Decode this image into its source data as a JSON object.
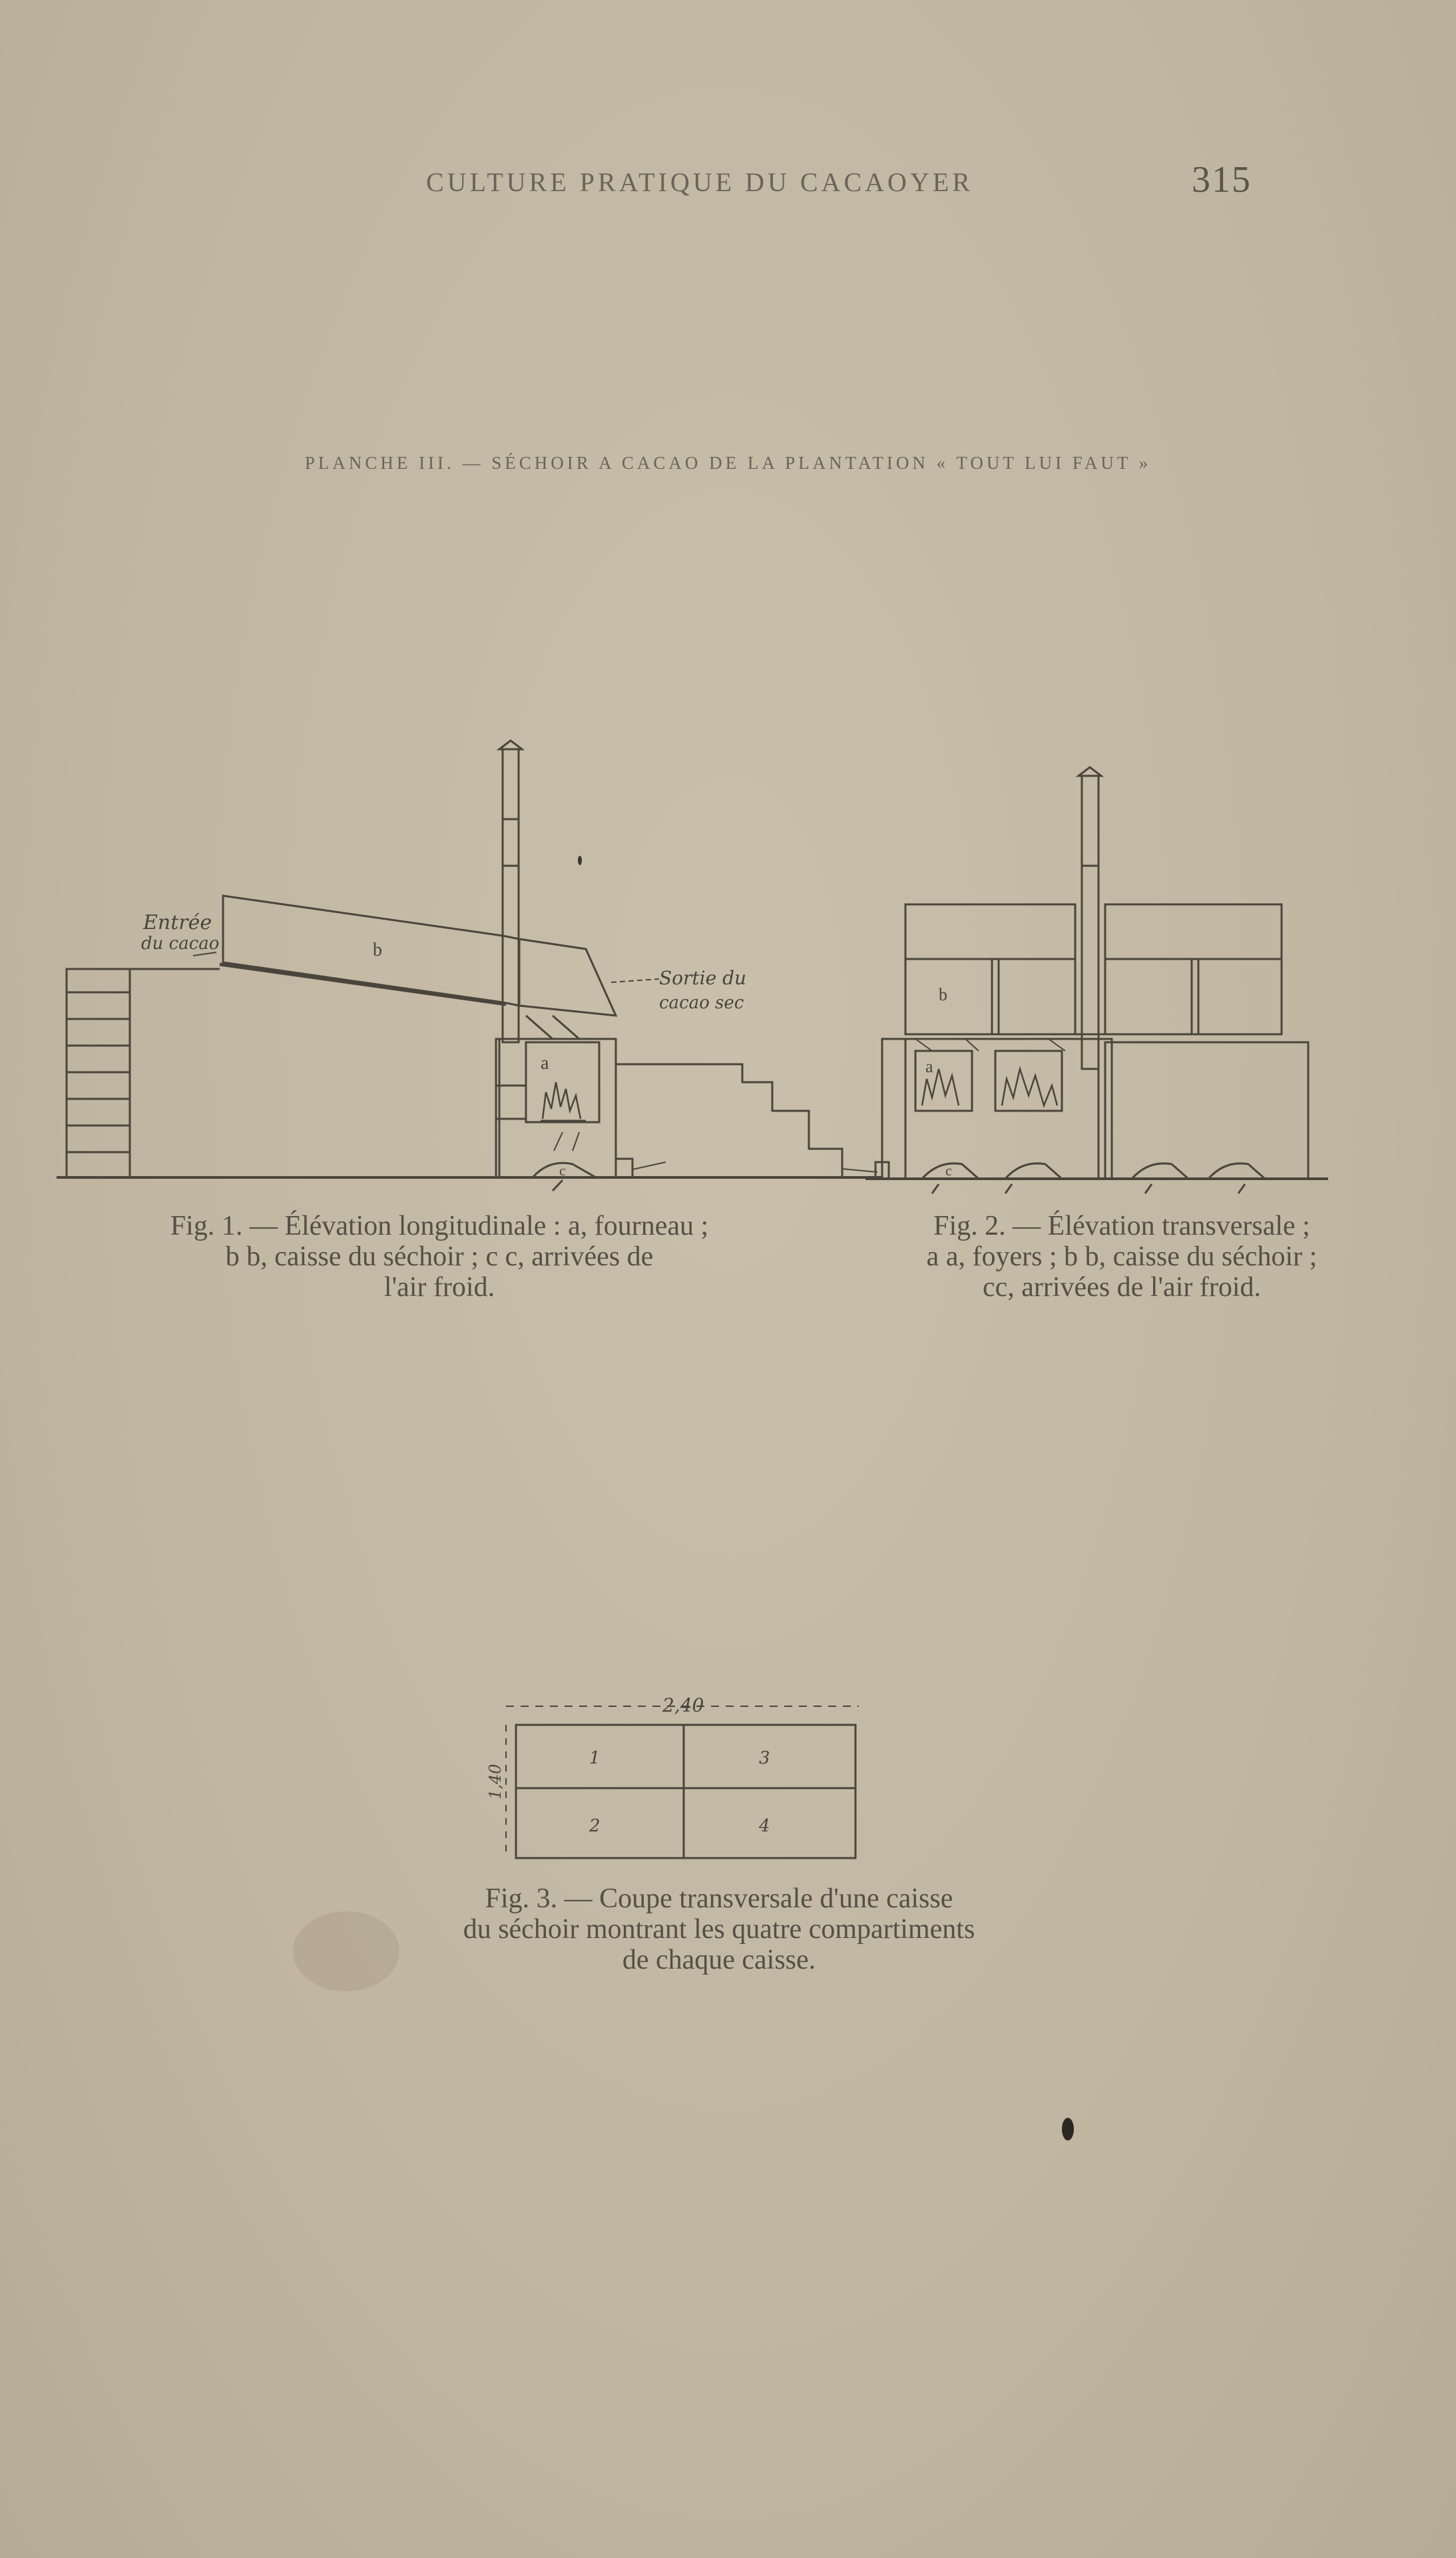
{
  "header": {
    "running_head": "CULTURE PRATIQUE DU CACAOYER",
    "page_number": "315"
  },
  "plate_title": "PLANCHE III. — SÉCHOIR A CACAO DE LA PLANTATION « TOUT LUI FAUT »",
  "fig1": {
    "label_entree_1": "Entrée",
    "label_entree_2": "du cacao",
    "label_sortie_1": "Sortie du",
    "label_sortie_2": "cacao sec",
    "letter_a": "a",
    "letter_b": "b",
    "letter_c": "c",
    "caption_line1": "Fig. 1. — Élévation longitudinale : a, fourneau ;",
    "caption_line2": "b b, caisse du séchoir ; c c, arrivées de",
    "caption_line3": "l'air froid."
  },
  "fig2": {
    "letter_a": "a",
    "letter_b": "b",
    "letter_c": "c",
    "caption_line1": "Fig. 2. — Élévation transversale ;",
    "caption_line2": "a a, foyers ; b b, caisse du séchoir ;",
    "caption_line3": "cc, arrivées de l'air froid."
  },
  "fig3": {
    "width_label": "2,40",
    "height_label": "1,40",
    "compartments": [
      "1",
      "3",
      "2",
      "4"
    ],
    "caption_line1": "Fig. 3. — Coupe transversale d'une caisse",
    "caption_line2": "du séchoir montrant les quatre compartiments",
    "caption_line3": "de chaque caisse."
  },
  "colors": {
    "paper": "#c2b8a3",
    "ink": "#4a453c"
  }
}
